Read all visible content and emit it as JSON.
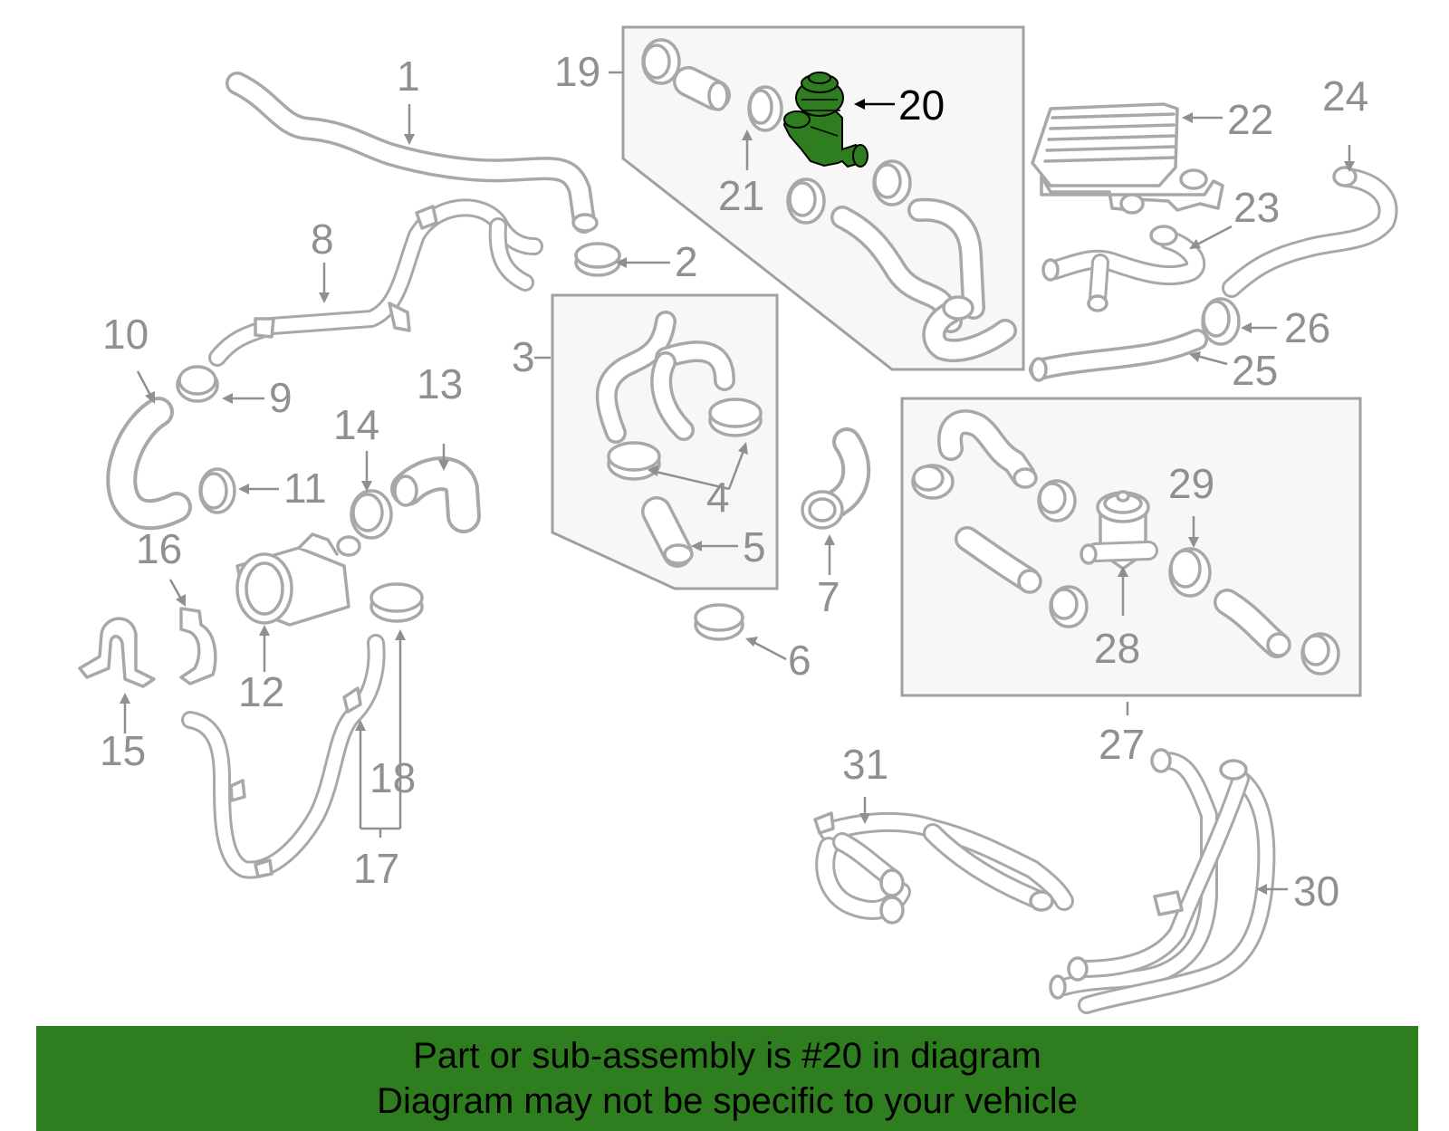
{
  "diagram": {
    "labels": {
      "p1": "1",
      "p2": "2",
      "p3": "3",
      "p4": "4",
      "p5": "5",
      "p6": "6",
      "p7": "7",
      "p8": "8",
      "p9": "9",
      "p10": "10",
      "p11": "11",
      "p12": "12",
      "p13": "13",
      "p14": "14",
      "p15": "15",
      "p16": "16",
      "p17": "17",
      "p18": "18",
      "p19": "19",
      "p20": "20",
      "p21": "21",
      "p22": "22",
      "p23": "23",
      "p24": "24",
      "p25": "25",
      "p26": "26",
      "p27": "27",
      "p28": "28",
      "p29": "29",
      "p30": "30",
      "p31": "31"
    },
    "highlighted_part": "20",
    "colors": {
      "highlight": "#2e7d1e",
      "outline": "#a8a8a8",
      "label": "#909090",
      "banner": "#2e7d1e"
    }
  },
  "banner": {
    "line1": "Part or sub-assembly is #20 in diagram",
    "line2": "Diagram may not be specific to your vehicle"
  }
}
